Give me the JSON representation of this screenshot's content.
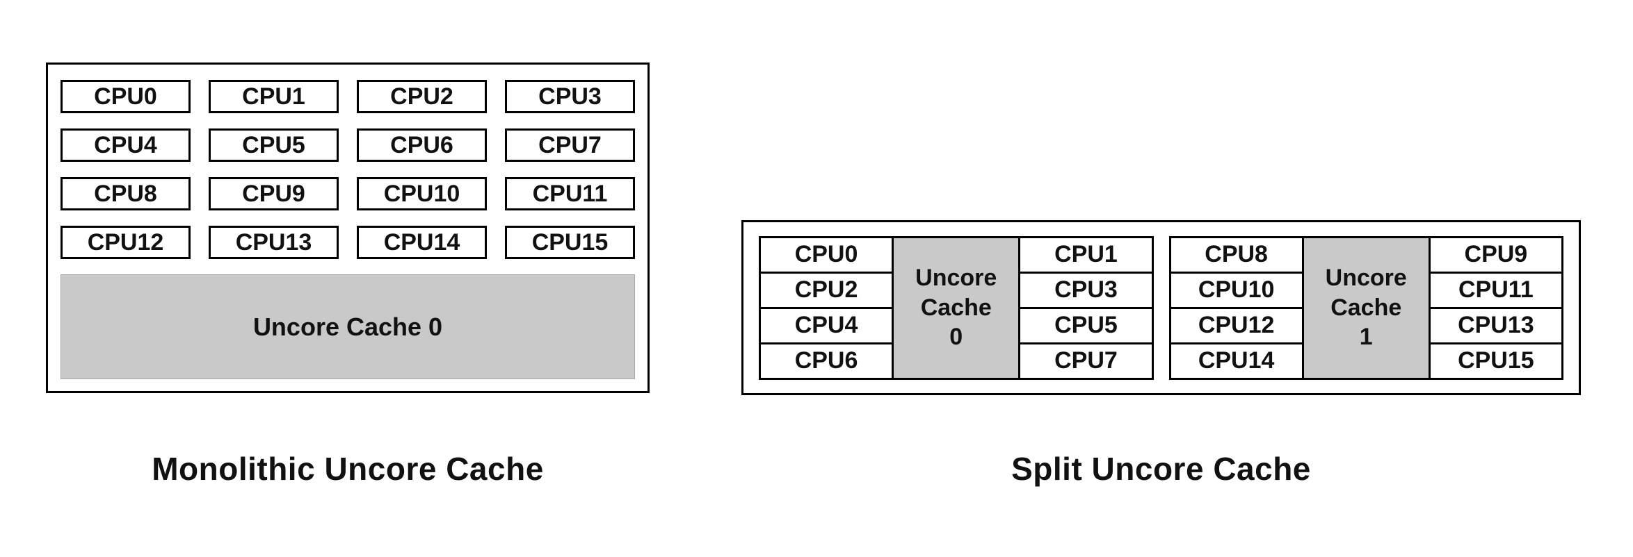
{
  "colors": {
    "background": "#ffffff",
    "border": "#000000",
    "cache_fill": "#c9c9c9",
    "text": "#111111"
  },
  "monolithic": {
    "caption": "Monolithic Uncore Cache",
    "cache_label": "Uncore Cache 0",
    "cpus": [
      "CPU0",
      "CPU1",
      "CPU2",
      "CPU3",
      "CPU4",
      "CPU5",
      "CPU6",
      "CPU7",
      "CPU8",
      "CPU9",
      "CPU10",
      "CPU11",
      "CPU12",
      "CPU13",
      "CPU14",
      "CPU15"
    ]
  },
  "split": {
    "caption": "Split Uncore Cache",
    "groups": [
      {
        "left_cpus": [
          "CPU0",
          "CPU2",
          "CPU4",
          "CPU6"
        ],
        "cache_label": "Uncore Cache 0",
        "right_cpus": [
          "CPU1",
          "CPU3",
          "CPU5",
          "CPU7"
        ]
      },
      {
        "left_cpus": [
          "CPU8",
          "CPU10",
          "CPU12",
          "CPU14"
        ],
        "cache_label": "Uncore Cache 1",
        "right_cpus": [
          "CPU9",
          "CPU11",
          "CPU13",
          "CPU15"
        ]
      }
    ]
  }
}
